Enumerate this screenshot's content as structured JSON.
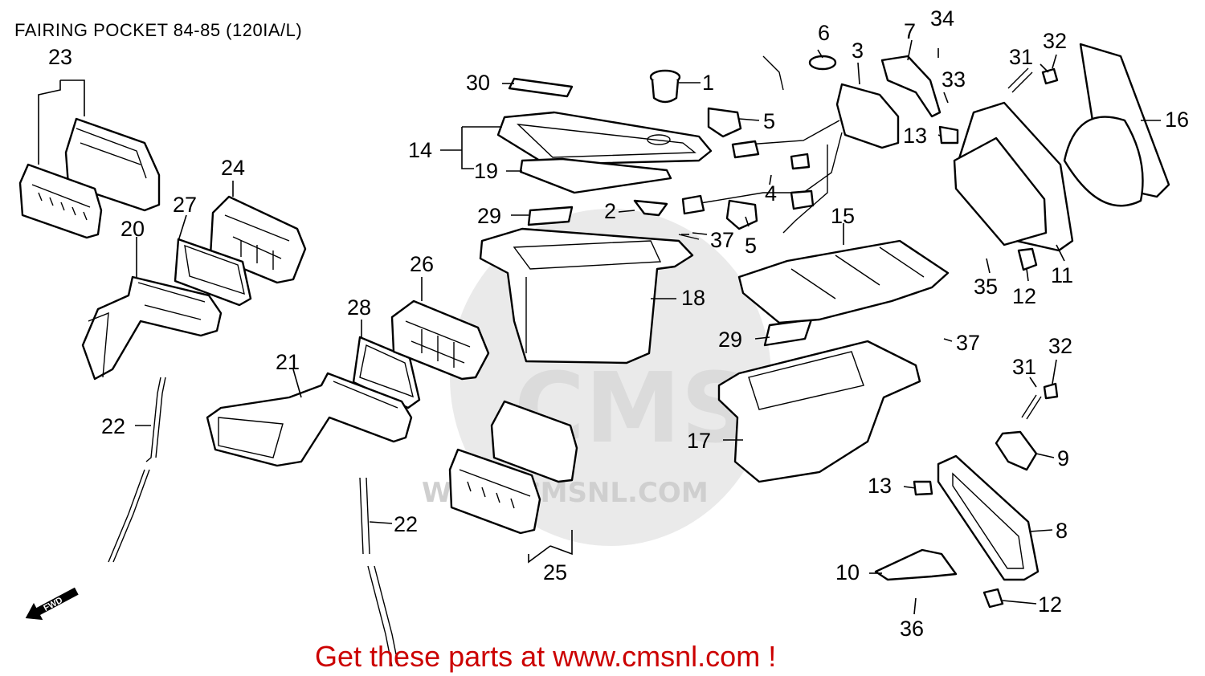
{
  "title": "FAIRING POCKET 84-85 (120IA/L)",
  "footer": "Get these parts at www.cmsnl.com !",
  "watermark": {
    "brand": "CMS",
    "url": "WWW.CMSNL.COM"
  },
  "fwd_label": "FWD",
  "colors": {
    "footer": "#cc0000",
    "ink": "#000000",
    "watermark": "#d8d8d8"
  },
  "callouts": [
    "1",
    "2",
    "3",
    "4",
    "5",
    "5",
    "6",
    "7",
    "8",
    "9",
    "10",
    "11",
    "12",
    "12",
    "13",
    "13",
    "14",
    "15",
    "16",
    "17",
    "18",
    "19",
    "20",
    "21",
    "22",
    "22",
    "23",
    "24",
    "25",
    "26",
    "27",
    "28",
    "29",
    "29",
    "30",
    "31",
    "31",
    "32",
    "32",
    "33",
    "34",
    "35",
    "36",
    "37",
    "37"
  ]
}
